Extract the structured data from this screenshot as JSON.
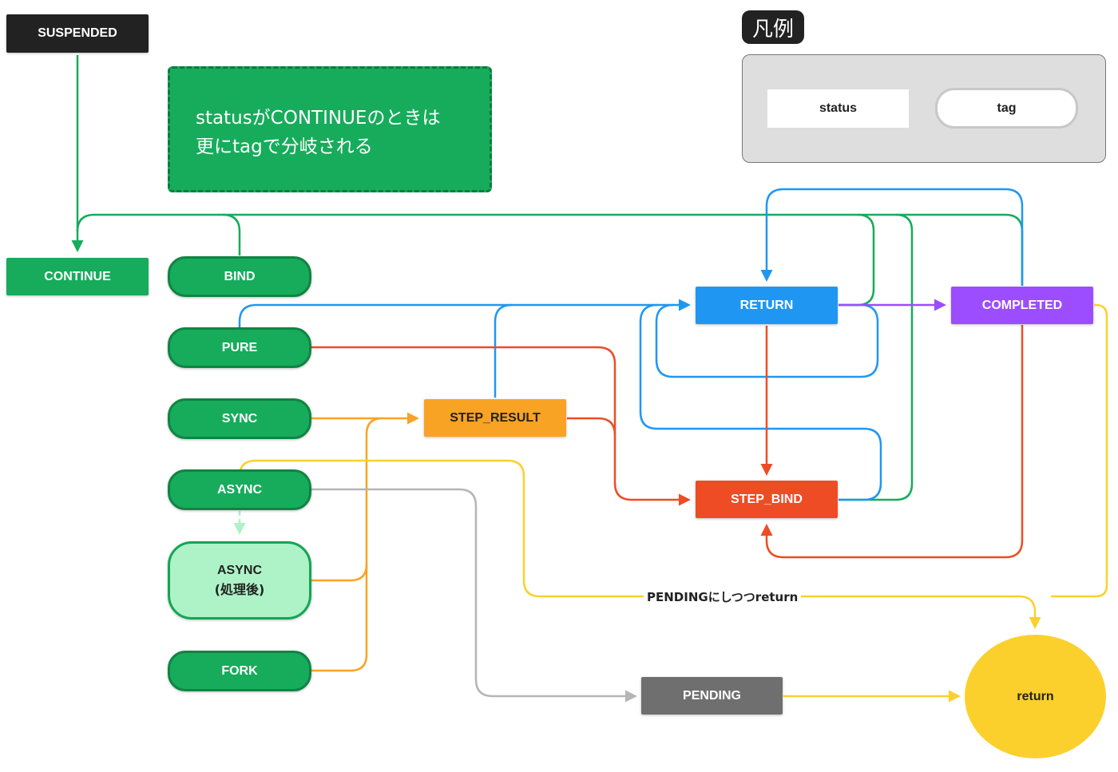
{
  "note": {
    "line1": "statusがCONTINUEのときは",
    "line2": "更にtagで分岐される"
  },
  "legend": {
    "title": "凡例",
    "status_label": "status",
    "tag_label": "tag"
  },
  "nodes": {
    "suspended": "SUSPENDED",
    "continue": "CONTINUE",
    "bind": "BIND",
    "pure": "PURE",
    "sync": "SYNC",
    "async": "ASYNC",
    "async_done_line1": "ASYNC",
    "async_done_line2": "(処理後)",
    "fork": "FORK",
    "step_result": "STEP_RESULT",
    "return": "RETURN",
    "completed": "COMPLETED",
    "step_bind": "STEP_BIND",
    "pending": "PENDING",
    "return_end": "return"
  },
  "edge_labels": {
    "pending_return": "PENDINGにしつつreturn"
  },
  "colors": {
    "green": "#16ac5b",
    "blue": "#1f97f2",
    "orange": "#f9a325",
    "red": "#ee4c24",
    "purple": "#9b4dff",
    "yellow": "#fcd02c",
    "gray": "#b5b5b5",
    "dark": "#222222",
    "pending": "#6f6f6f",
    "light_green": "#aef2c7"
  }
}
